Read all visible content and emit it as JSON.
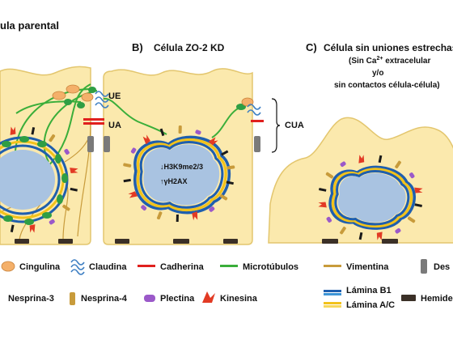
{
  "panels": {
    "a_title": "ula parental",
    "b_letter": "B)",
    "b_title": "Célula ZO-2 KD",
    "c_letter": "C)",
    "c_title": "Célula sin uniones estrechas",
    "c_sub1_pre": "(Sin Ca",
    "c_sub1_sup": "2+",
    "c_sub1_post": " extracelular",
    "c_sub2": "y/o",
    "c_sub3": "sin contactos célula-célula)"
  },
  "labels": {
    "ue": "UE",
    "ua": "UA",
    "cua": "CUA",
    "h3k9": "H3K9me2/3",
    "gh2ax": "γH2AX",
    "arrow_down": "↓",
    "arrow_up": "↑"
  },
  "legend": {
    "cingulina": "Cingulina",
    "claudina": "Claudina",
    "cadherina": "Cadherina",
    "microtubulos": "Microtúbulos",
    "vimentina": "Vimentina",
    "desmosoma": "Des",
    "nesprina3": "Nesprina-3",
    "nesprina4": "Nesprina-4",
    "plectina": "Plectina",
    "kinesina": "Kinesina",
    "laminaB1": "Lámina B1",
    "laminaAC": "Lámina A/C",
    "hemidesmosoma": "Hemide"
  },
  "colors": {
    "cytoplasm": "#fbe9ad",
    "cell_border": "#e3c66e",
    "nucleus": "#a9c3e1",
    "lamina_b1": "#1f5fae",
    "lamina_ac": "#f2c21a",
    "microtubule": "#3aae3a",
    "vimentin": "#c89b3b",
    "cadherin": "#e0201e",
    "cingulin": "#f4b06a",
    "claudin": "#3e7fc3",
    "desmosome": "#7a7a7a",
    "plectin": "#9b59c9",
    "kinesin": "#e23a24",
    "nesprin3": "#1a1a1a",
    "nesprin4": "#c89b3b",
    "hemidesmosome": "#3b3027",
    "green_dot": "#2f9e44"
  }
}
